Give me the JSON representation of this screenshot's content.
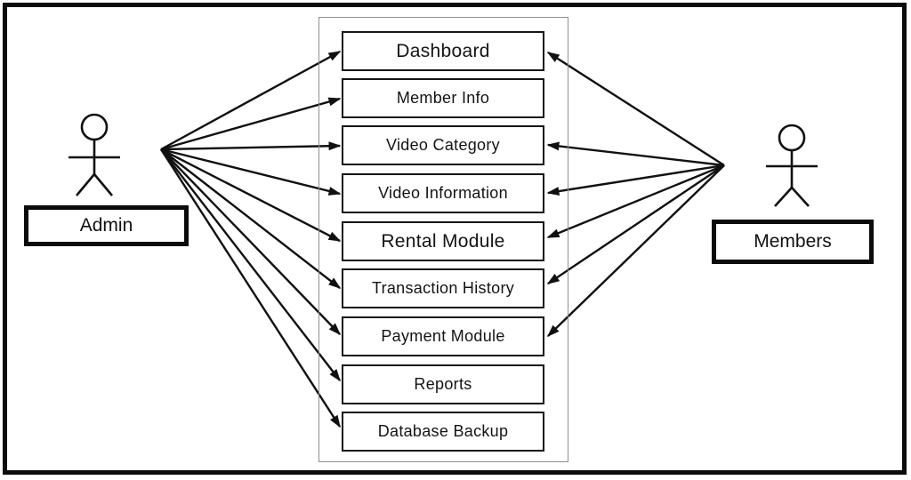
{
  "actors": {
    "admin": {
      "label": "Admin",
      "connects_to": [
        "Dashboard",
        "Member Info",
        "Video Category",
        "Video Information",
        "Rental Module",
        "Transaction History",
        "Payment Module",
        "Reports",
        "Database Backup"
      ]
    },
    "members": {
      "label": "Members",
      "connects_to": [
        "Dashboard",
        "Video Category",
        "Video Information",
        "Rental Module",
        "Transaction History",
        "Payment Module"
      ]
    }
  },
  "modules": [
    "Dashboard",
    "Member Info",
    "Video Category",
    "Video Information",
    "Rental Module",
    "Transaction History",
    "Payment Module",
    "Reports",
    "Database Backup"
  ],
  "colors": {
    "ink": "#111111",
    "container_border": "#8f8f8f",
    "frame_border": "#0c0c0c",
    "background": "#ffffff"
  }
}
